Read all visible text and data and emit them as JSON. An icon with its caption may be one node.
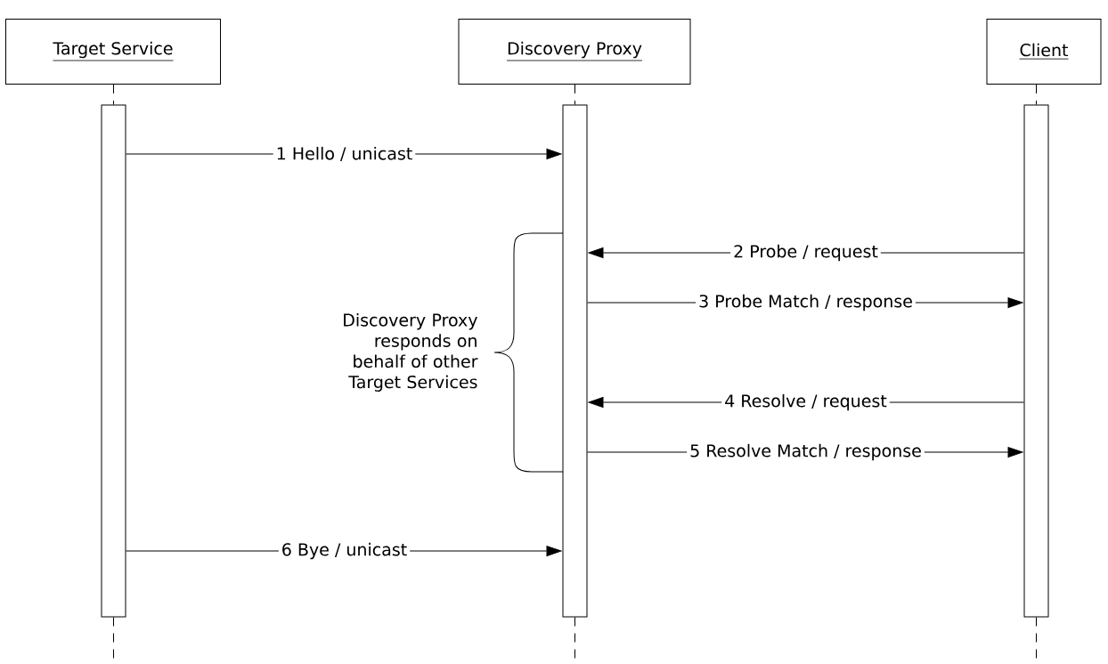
{
  "diagram": {
    "nodes": [
      {
        "text": [
          "Target Service"
        ]
      },
      {
        "text": [
          "Discovery Proxy"
        ]
      },
      {
        "text": [
          "Client"
        ]
      },
      {
        "text": [],
        "shape": "bar"
      },
      {
        "text": [],
        "shape": "bar"
      },
      {
        "text": [],
        "shape": "bar"
      }
    ],
    "edges": [
      {
        "from": 0,
        "to": 3,
        "arrow": "none",
        "style": "dashed"
      },
      {
        "from": 1,
        "to": 4,
        "arrow": "none",
        "style": "dashed"
      },
      {
        "from": 2,
        "to": 5,
        "arrow": "none",
        "style": "dashed"
      },
      {
        "from": 3,
        "to": null,
        "arrow": "none",
        "style": "dashed"
      },
      {
        "from": 4,
        "to": null,
        "arrow": "none",
        "style": "dashed"
      },
      {
        "from": 5,
        "to": null,
        "arrow": "none",
        "style": "dashed"
      },
      {
        "from": 3,
        "to": 4,
        "arrow": "to",
        "label": "1 Hello / unicast"
      },
      {
        "from": 5,
        "to": 4,
        "arrow": "to",
        "label": "2 Probe / request"
      },
      {
        "from": 4,
        "to": 5,
        "arrow": "to",
        "label": "3 Probe Match / response"
      },
      {
        "from": 5,
        "to": 4,
        "arrow": "to",
        "label": "4 Resolve / request"
      },
      {
        "from": 4,
        "to": 5,
        "arrow": "to",
        "label": "5 Resolve Match / response"
      },
      {
        "from": 3,
        "to": 4,
        "arrow": "to",
        "label": "6 Bye / unicast"
      }
    ],
    "labels": [
      "Discovery Proxy responds on behalf of other Target Services"
    ]
  }
}
